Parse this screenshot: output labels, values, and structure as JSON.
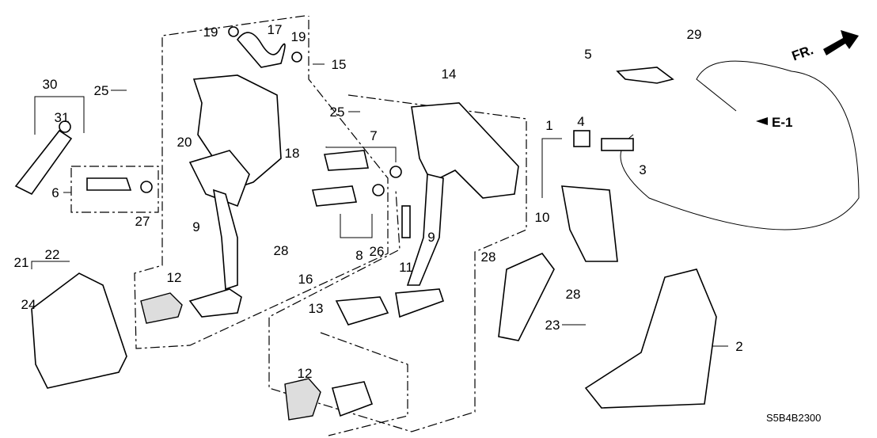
{
  "diagram": {
    "code": "S5B4B2300",
    "direction_label": "FR.",
    "ref_label": "E-1",
    "callouts": [
      "1",
      "2",
      "3",
      "4",
      "5",
      "6",
      "7",
      "8",
      "9",
      "9",
      "10",
      "11",
      "12",
      "12",
      "13",
      "14",
      "15",
      "16",
      "17",
      "18",
      "19",
      "19",
      "20",
      "21",
      "22",
      "23",
      "24",
      "25",
      "25",
      "26",
      "27",
      "28",
      "28",
      "28",
      "29",
      "30",
      "31"
    ],
    "colors": {
      "line": "#000000",
      "background": "#ffffff"
    }
  }
}
